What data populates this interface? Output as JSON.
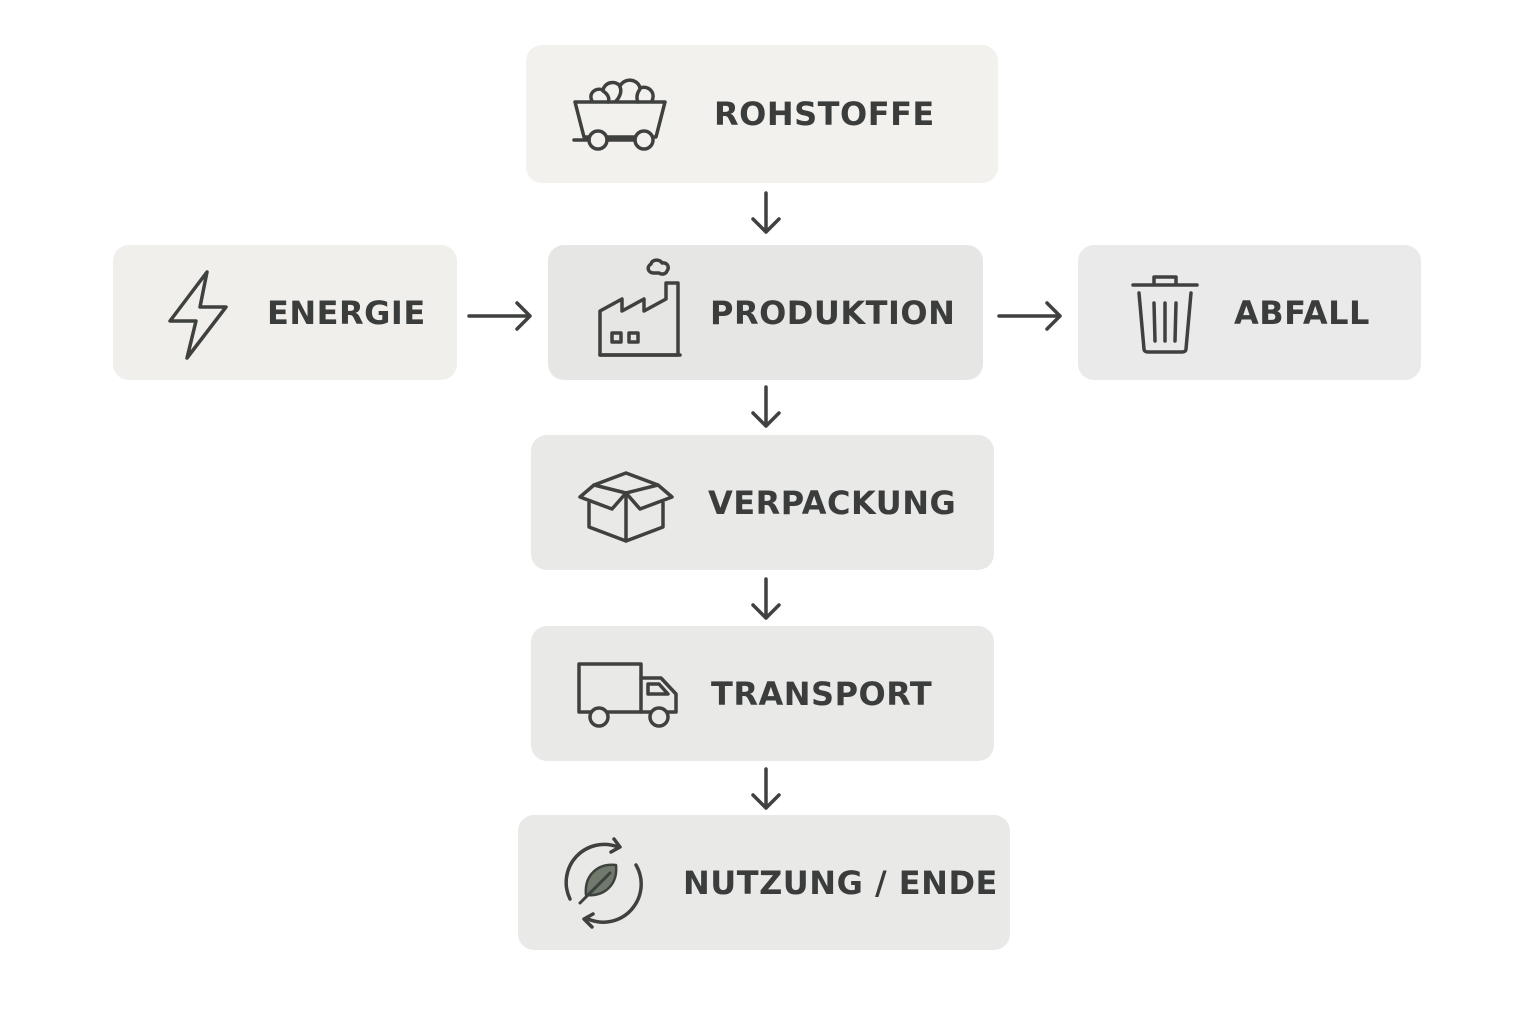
{
  "colors": {
    "warm_box": "#f3f1ed",
    "gray_box": "#eaeaea",
    "center_box": "#e6e7e4",
    "stroke": "#3f413f",
    "leaf_fill": "#6f7a6c"
  },
  "nodes": {
    "rohstoffe": {
      "label": "ROHSTOFFE",
      "icon": "mine-cart-icon"
    },
    "energie": {
      "label": "ENERGIE",
      "icon": "lightning-icon"
    },
    "produktion": {
      "label": "PRODUKTION",
      "icon": "factory-icon"
    },
    "abfall": {
      "label": "ABFALL",
      "icon": "trash-can-icon"
    },
    "verpackung": {
      "label": "VERPACKUNG",
      "icon": "box-icon"
    },
    "transport": {
      "label": "TRANSPORT",
      "icon": "truck-icon"
    },
    "nutzung": {
      "label": "NUTZUNG / ENDE",
      "icon": "recycle-leaf-icon"
    }
  },
  "edges": [
    {
      "from": "ROHSTOFFE",
      "to": "PRODUKTION"
    },
    {
      "from": "ENERGIE",
      "to": "PRODUKTION"
    },
    {
      "from": "PRODUKTION",
      "to": "ABFALL"
    },
    {
      "from": "PRODUKTION",
      "to": "VERPACKUNG"
    },
    {
      "from": "VERPACKUNG",
      "to": "TRANSPORT"
    },
    {
      "from": "TRANSPORT",
      "to": "NUTZUNG / ENDE"
    }
  ]
}
